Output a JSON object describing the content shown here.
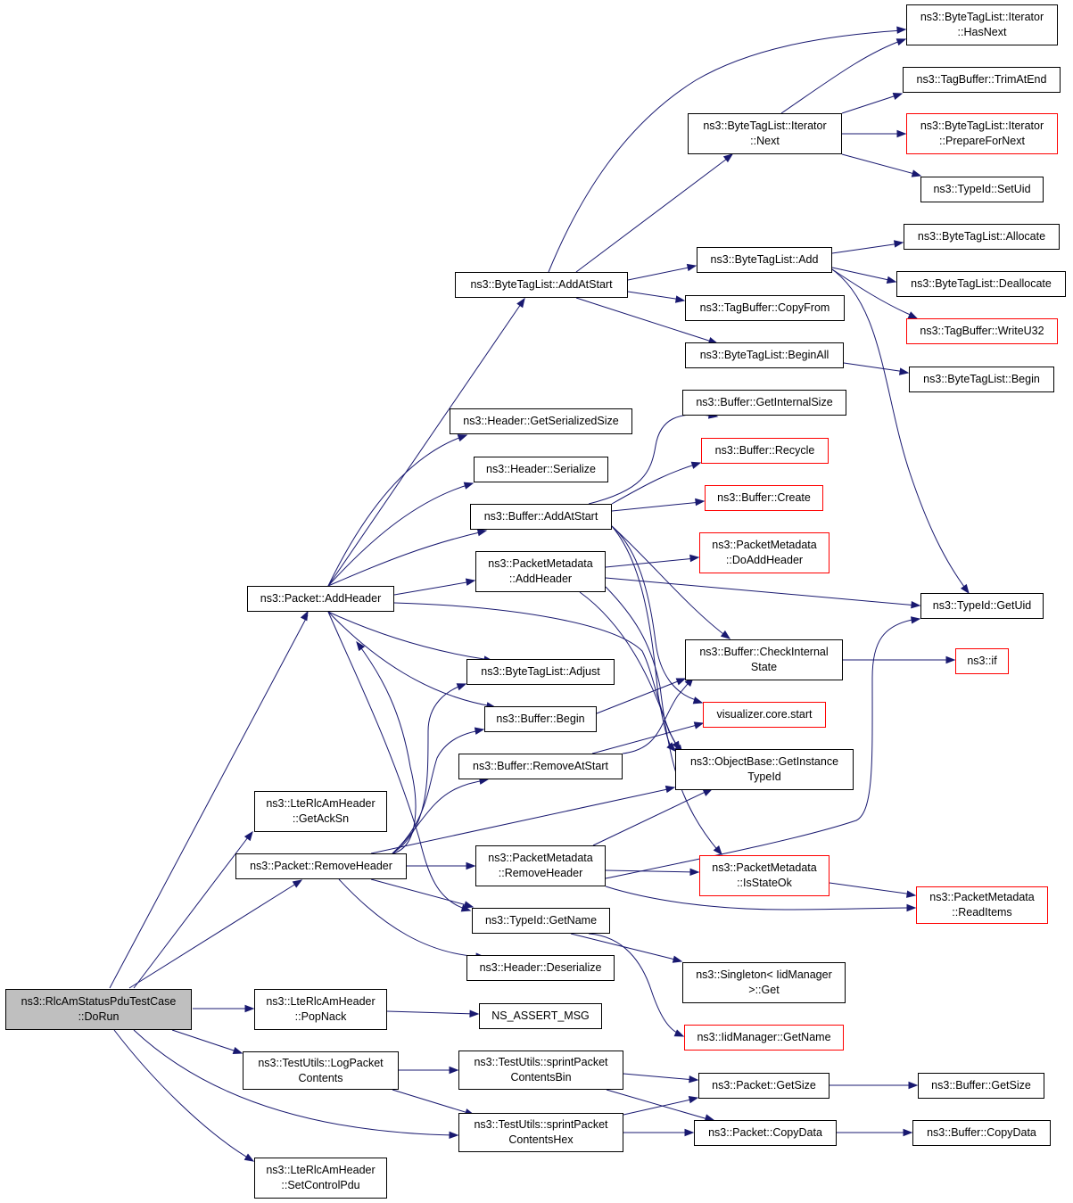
{
  "diagram": {
    "edge_color": "#191970",
    "node_border_color": "#000000",
    "incomplete_node_border_color": "#ff0000",
    "root_fill_color": "#bfbfbf",
    "nodes": {
      "root": "ns3::RlcAmStatusPduTestCase\n::DoRun",
      "packet_addheader": "ns3::Packet::AddHeader",
      "getacksn": "ns3::LteRlcAmHeader\n::GetAckSn",
      "packet_removeheader": "ns3::Packet::RemoveHeader",
      "popnack": "ns3::LteRlcAmHeader\n::PopNack",
      "logpacketcontents": "ns3::TestUtils::LogPacket\nContents",
      "setcontrolpdu": "ns3::LteRlcAmHeader\n::SetControlPdu",
      "btl_addatstart": "ns3::ByteTagList::AddAtStart",
      "header_getserializedsize": "ns3::Header::GetSerializedSize",
      "header_serialize": "ns3::Header::Serialize",
      "buffer_addatstart": "ns3::Buffer::AddAtStart",
      "pm_addheader": "ns3::PacketMetadata\n::AddHeader",
      "btl_adjust": "ns3::ByteTagList::Adjust",
      "buffer_begin": "ns3::Buffer::Begin",
      "buffer_removeatstart": "ns3::Buffer::RemoveAtStart",
      "pm_removeheader": "ns3::PacketMetadata\n::RemoveHeader",
      "typeid_getname": "ns3::TypeId::GetName",
      "header_deserialize": "ns3::Header::Deserialize",
      "ns_assert_msg": "NS_ASSERT_MSG",
      "sprint_bin": "ns3::TestUtils::sprintPacket\nContentsBin",
      "sprint_hex": "ns3::TestUtils::sprintPacket\nContentsHex",
      "btl_iter_next": "ns3::ByteTagList::Iterator\n::Next",
      "btl_add": "ns3::ByteTagList::Add",
      "tagbuffer_copyfrom": "ns3::TagBuffer::CopyFrom",
      "btl_beginall": "ns3::ByteTagList::BeginAll",
      "buffer_getinternalsize": "ns3::Buffer::GetInternalSize",
      "buffer_recycle": "ns3::Buffer::Recycle",
      "buffer_create": "ns3::Buffer::Create",
      "pm_doaddheader": "ns3::PacketMetadata\n::DoAddHeader",
      "buffer_checkinternalstate": "ns3::Buffer::CheckInternal\nState",
      "visualizer_start": "visualizer.core.start",
      "objectbase_getinstancetypeid": "ns3::ObjectBase::GetInstance\nTypeId",
      "pm_isstateok": "ns3::PacketMetadata\n::IsStateOk",
      "singleton_get": "ns3::Singleton< IidManager\n>::Get",
      "iidmanager_getname": "ns3::IidManager::GetName",
      "packet_getsize": "ns3::Packet::GetSize",
      "packet_copydata": "ns3::Packet::CopyData",
      "btl_iter_hasnext": "ns3::ByteTagList::Iterator\n::HasNext",
      "tagbuffer_trimatend": "ns3::TagBuffer::TrimAtEnd",
      "btl_iter_preparefornext": "ns3::ByteTagList::Iterator\n::PrepareForNext",
      "typeid_setuid": "ns3::TypeId::SetUid",
      "btl_allocate": "ns3::ByteTagList::Allocate",
      "btl_deallocate": "ns3::ByteTagList::Deallocate",
      "tagbuffer_writeu32": "ns3::TagBuffer::WriteU32",
      "btl_begin": "ns3::ByteTagList::Begin",
      "typeid_getuid": "ns3::TypeId::GetUid",
      "ns3_if": "ns3::if",
      "pm_readitems": "ns3::PacketMetadata\n::ReadItems",
      "buffer_getsize": "ns3::Buffer::GetSize",
      "buffer_copydata": "ns3::Buffer::CopyData"
    }
  }
}
